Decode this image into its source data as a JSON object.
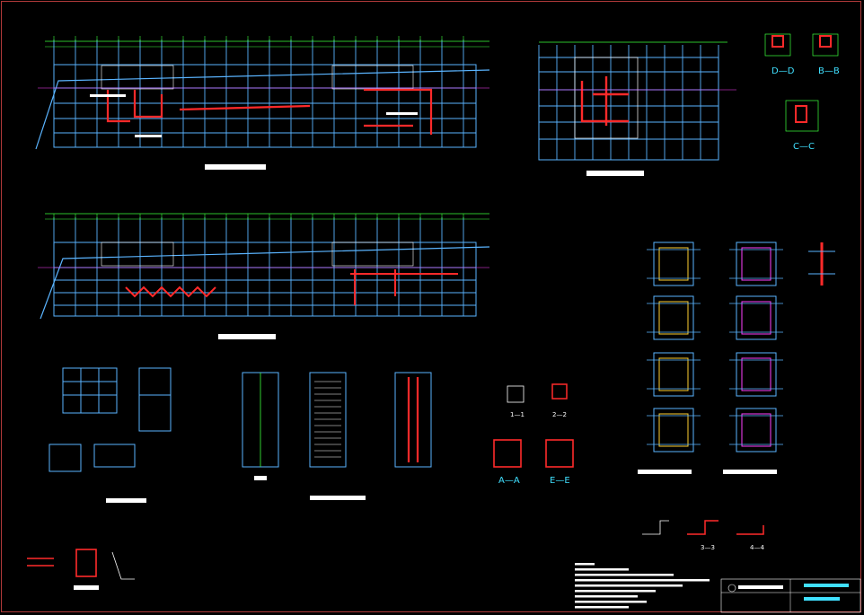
{
  "drawing": {
    "section_labels": {
      "dd": "D—D",
      "bb": "B—B",
      "cc": "C—C",
      "s11": "1—1",
      "s22": "2—2",
      "aa": "A—A",
      "ee": "E—E",
      "s33": "3—3",
      "s44": "4—4"
    }
  },
  "colors": {
    "grid": "#5ab4ff",
    "axis": "#ff40ff",
    "beam": "#ff2a2a",
    "dim": "#3cff3c",
    "text": "#ffffff",
    "border": "#b03a3a",
    "wall": "#40e0ff",
    "column": "#ffd030"
  }
}
